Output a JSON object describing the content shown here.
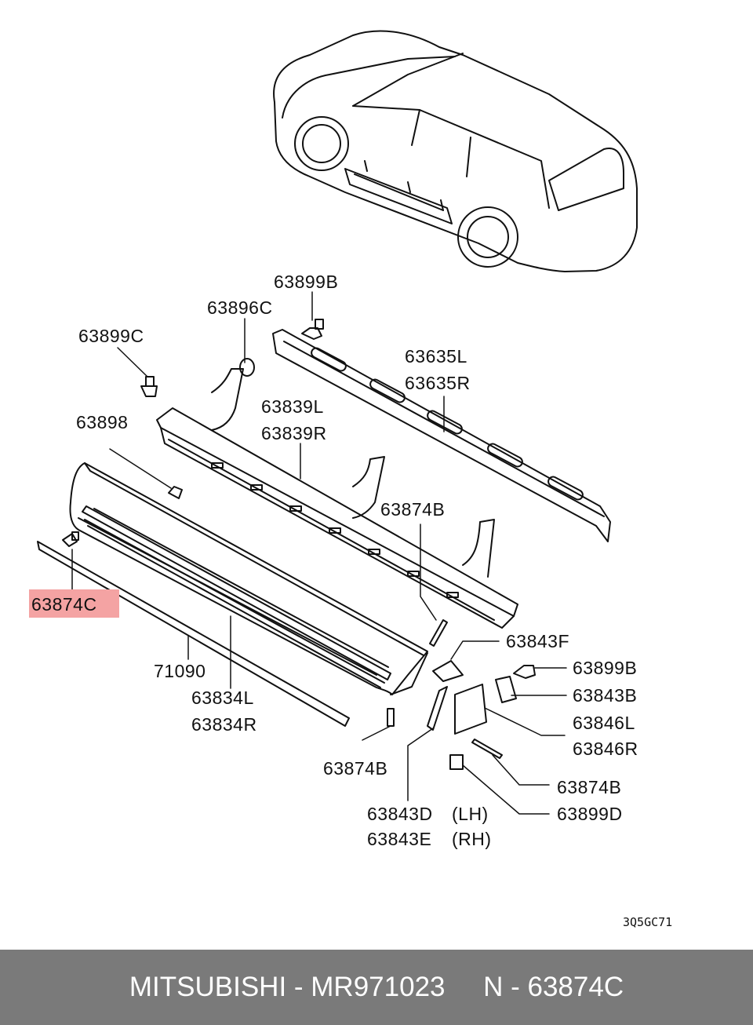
{
  "diagram": {
    "figure_code": "3Q5GC71",
    "highlight_color": "#f4a3a3",
    "labels": {
      "p63899B_top": "63899B",
      "p63896C": "63896C",
      "p63899C": "63899C",
      "p63635L": "63635L",
      "p63635R": "63635R",
      "p63839L": "63839L",
      "p63839R": "63839R",
      "p63898": "63898",
      "p63874B_mid": "63874B",
      "p63874C": "63874C",
      "p63843F": "63843F",
      "p63899B_right": "63899B",
      "p63843B": "63843B",
      "p63846L": "63846L",
      "p63846R": "63846R",
      "p71090": "71090",
      "p63834L": "63834L",
      "p63834R": "63834R",
      "p63874B_bottom": "63874B",
      "p63874B_right": "63874B",
      "p63899D": "63899D",
      "p63843D": "63843D",
      "p63843E": "63843E",
      "lh": "(LH)",
      "rh": "(RH)"
    }
  },
  "footer": {
    "text": "MITSUBISHI - MR971023     N - 63874C"
  }
}
